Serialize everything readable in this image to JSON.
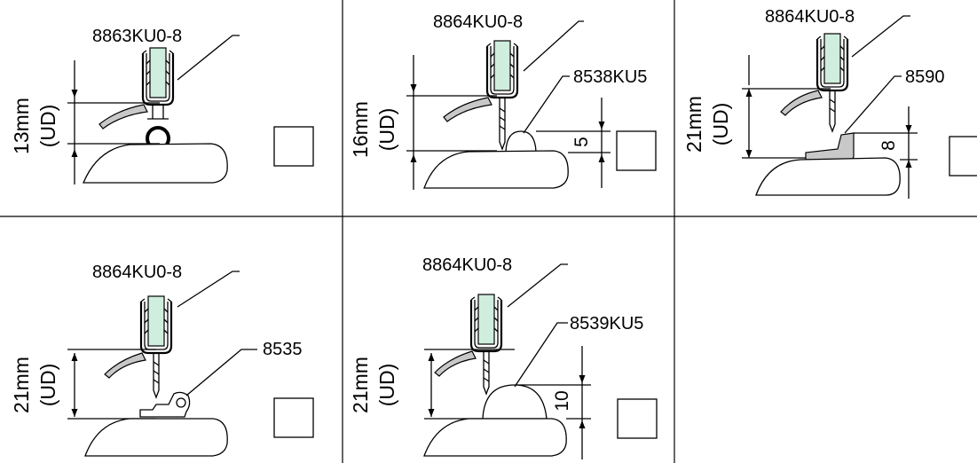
{
  "colors": {
    "glass": "#cfeedd",
    "seal_gray": "#c8c8c8",
    "line": "#000000",
    "background": "#ffffff"
  },
  "panels": [
    {
      "id": "p1",
      "part_top": "8863KU0-8",
      "side_mm": "13mm",
      "side_ud": "(UD)",
      "part_bottom": "",
      "dim": ""
    },
    {
      "id": "p2",
      "part_top": "8864KU0-8",
      "side_mm": "16mm",
      "side_ud": "(UD)",
      "part_bottom": "8538KU5",
      "dim": "5"
    },
    {
      "id": "p3",
      "part_top": "8864KU0-8",
      "side_mm": "21mm",
      "side_ud": "(UD)",
      "part_bottom": "8590",
      "dim": "8"
    },
    {
      "id": "p4",
      "part_top": "8864KU0-8",
      "side_mm": "21mm",
      "side_ud": "(UD)",
      "part_bottom": "8535",
      "dim": ""
    },
    {
      "id": "p5",
      "part_top": "8864KU0-8",
      "side_mm": "21mm",
      "side_ud": "(UD)",
      "part_bottom": "8539KU5",
      "dim": "10"
    }
  ]
}
